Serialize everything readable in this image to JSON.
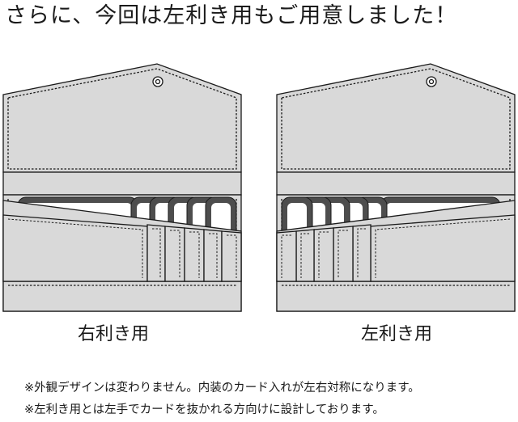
{
  "headline": "さらに、今回は左利き用もご用意しました！",
  "wallets": [
    {
      "caption": "右利き用",
      "orientation": "right-handed"
    },
    {
      "caption": "左利き用",
      "orientation": "left-handed"
    }
  ],
  "notes": [
    "※外観デザインは変わりません。内装のカード入れが左右対称になります。",
    "※左利き用とは左手でカードを抜かれる方向けに設計しております。"
  ],
  "colors": {
    "leather": "#d9d9d9",
    "outline": "#1a1a1a",
    "card": "#4d4d4d",
    "paper": "#ffffff"
  }
}
